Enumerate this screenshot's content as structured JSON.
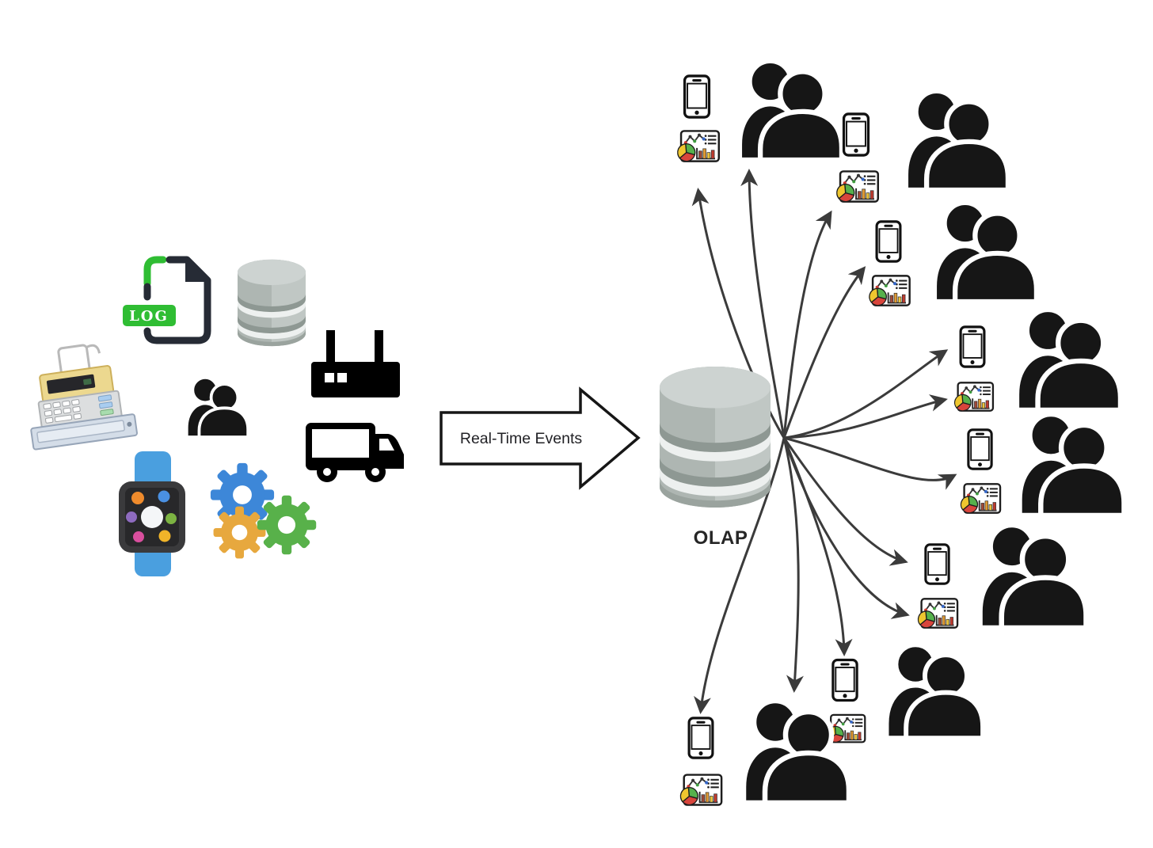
{
  "flow_arrow": {
    "label": "Real-Time Events"
  },
  "olap": {
    "label": "OLAP",
    "icon": "database-cylinder-icon"
  },
  "log_file": {
    "badge": "LOG"
  },
  "left_sources": {
    "icons": [
      "log-file-icon",
      "database-icon",
      "cash-register-icon",
      "user-group-icon",
      "wifi-router-icon",
      "delivery-truck-icon",
      "smartwatch-icon",
      "gears-icon"
    ]
  },
  "consumers": {
    "cluster_count": 8,
    "arrow_count": 12,
    "cluster_icons": [
      "smartphone-icon",
      "analytics-dashboard-icon",
      "user-group-icon"
    ]
  },
  "colors": {
    "background": "#ffffff",
    "arrow_stroke": "#3b3b3b",
    "silhouette": "#161616",
    "log_green": "#2fbd33",
    "log_outline": "#262b35",
    "cylinder_top": "#cdd3d1",
    "cylinder_body": "#aeb6b2",
    "cylinder_band_dark": "#8e9893",
    "cylinder_band_light": "#edf0ef",
    "watch_blue": "#4a9fdf",
    "gear_blue": "#3d87d8",
    "gear_orange": "#e7a83e",
    "gear_green": "#58b14a",
    "pie_green": "#56b14c",
    "pie_red": "#d8453c",
    "pie_yellow": "#efc62f"
  }
}
